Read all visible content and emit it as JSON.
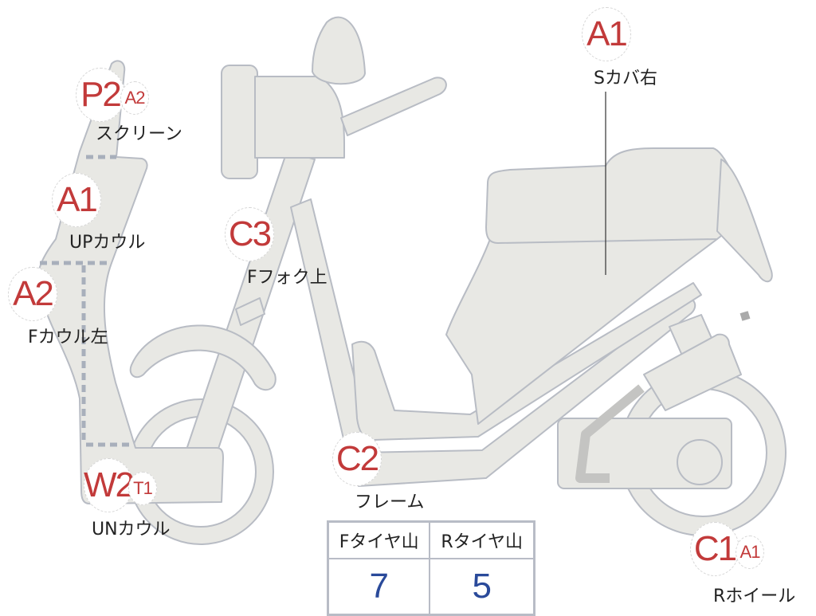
{
  "parts": [
    {
      "name": "screen",
      "label": "スクリーン",
      "grades": [
        "P2",
        "A2"
      ]
    },
    {
      "name": "up-cowl",
      "label": "UPカウル",
      "grades": [
        "A1"
      ]
    },
    {
      "name": "f-cowl-left",
      "label": "Fカウル左",
      "grades": [
        "A2"
      ]
    },
    {
      "name": "un-cowl",
      "label": "UNカウル",
      "grades": [
        "W2",
        "T1"
      ]
    },
    {
      "name": "f-fork-upper",
      "label": "Fフォク上",
      "grades": [
        "C3"
      ]
    },
    {
      "name": "frame",
      "label": "フレーム",
      "grades": [
        "C2"
      ]
    },
    {
      "name": "s-cover-right",
      "label": "Sカバ右",
      "grades": [
        "A1"
      ]
    },
    {
      "name": "r-wheel",
      "label": "Rホイール",
      "grades": [
        "C1",
        "A1"
      ]
    }
  ],
  "tire_table": {
    "headers": [
      "Fタイヤ山",
      "Rタイヤ山"
    ],
    "values": [
      "7",
      "5"
    ]
  },
  "colors": {
    "grade": "#c23a3a",
    "value": "#2a4a9a",
    "body": "#e8e8e4",
    "outline": "#b8bcc4"
  }
}
